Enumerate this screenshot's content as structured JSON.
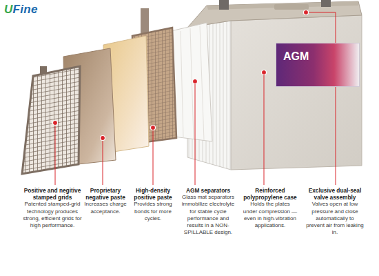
{
  "diagram": {
    "nodes": [
      {
        "text": [
          "AGM"
        ]
      }
    ],
    "labels": [
      "UFine",
      "Positive and negitive stamped grids",
      "Patented stamped-grid technology produces strong, efficient grids for high performance.",
      "Proprietary negative paste",
      "Increases charge acceptance.",
      "High-density positive paste",
      "Provides strong bonds for more cycles.",
      "AGM separators",
      "Glass mat separators immobilize electrolyte for stable cycle performance and results in a NON-SPILLABLE design.",
      "Reinforced polypropylene case",
      "Holds the plates under compression — even in high-vibration applications.",
      "Exclusive dual-seal valve assembly",
      "Valves open at low pressure and close automatically to prevent air from leaking in."
    ]
  }
}
